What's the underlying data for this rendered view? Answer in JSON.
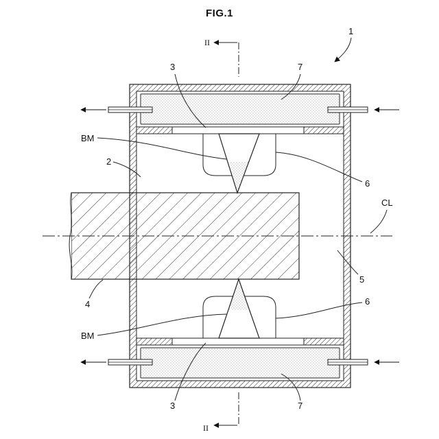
{
  "figure": {
    "title": "FIG.1",
    "labels": {
      "apparatus": "1",
      "housing": "2",
      "window_top": "3",
      "window_bottom": "3",
      "shaft": "4",
      "inner_wall": "5",
      "nozzle_top": "6",
      "nozzle_bottom": "6",
      "chamber_top": "7",
      "chamber_bottom": "7",
      "beam_top": "BM",
      "beam_bottom": "BM",
      "centerline": "CL",
      "section_top": "II",
      "section_bottom": "II"
    }
  }
}
